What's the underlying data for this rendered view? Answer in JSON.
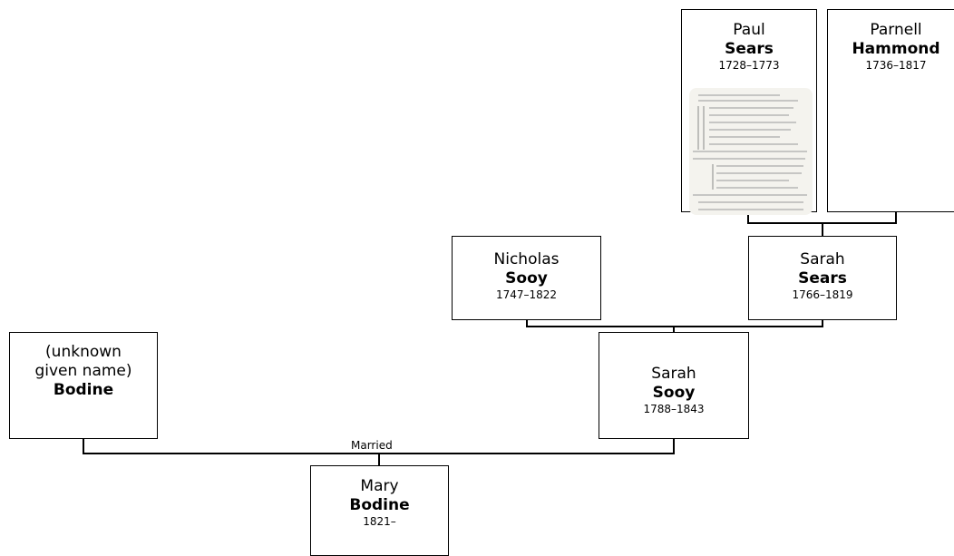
{
  "people": {
    "paul": {
      "given": "Paul",
      "surname": "Sears",
      "dates": "1728–1773"
    },
    "parnell": {
      "given": "Parnell",
      "surname": "Hammond",
      "dates": "1736–1817"
    },
    "nicholas": {
      "given": "Nicholas",
      "surname": "Sooy",
      "dates": "1747–1822"
    },
    "sarah_sears": {
      "given": "Sarah",
      "surname": "Sears",
      "dates": "1766–1819"
    },
    "unknown": {
      "given_line1": "(unknown",
      "given_line2": "given name)",
      "surname": "Bodine"
    },
    "sarah_sooy": {
      "given": "Sarah",
      "surname": "Sooy",
      "dates": "1788–1843"
    },
    "mary": {
      "given": "Mary",
      "surname": "Bodine",
      "dates": "1821–"
    }
  },
  "marriage_label": "Married"
}
